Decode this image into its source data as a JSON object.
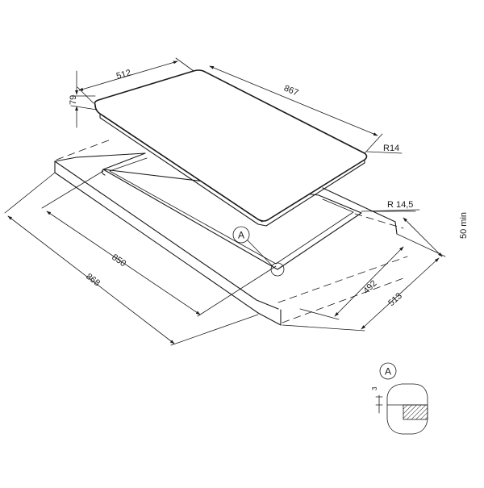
{
  "dimensions": {
    "top_depth": "512",
    "top_width": "867",
    "thickness": "79",
    "corner_radius_top": "R14",
    "corner_radius_cutout": "R 14,5",
    "min_clearance": "50 min",
    "cutout_width": "850",
    "outer_width": "868",
    "cutout_depth": "492",
    "outer_depth": "513"
  },
  "callouts": {
    "detail_ref": "A",
    "detail_label": "A",
    "detail_small": "3"
  }
}
